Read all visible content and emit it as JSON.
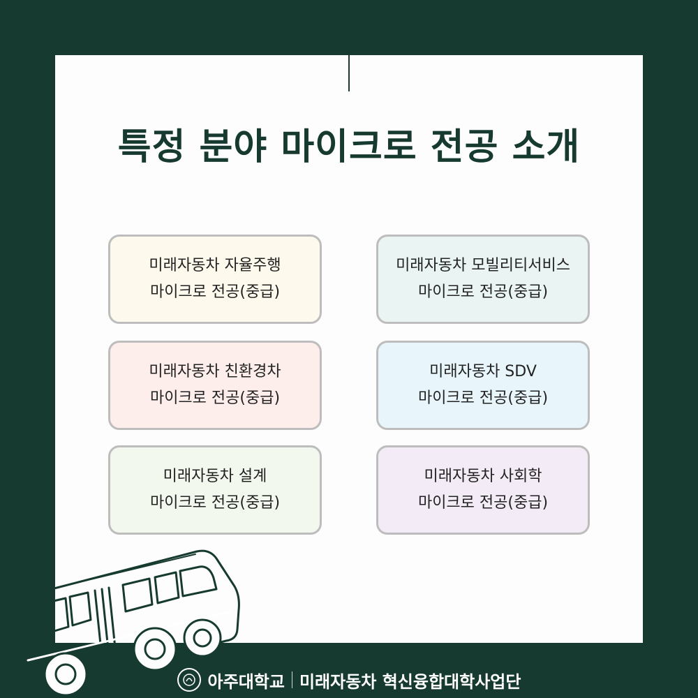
{
  "title": "특정 분야 마이크로 전공 소개",
  "colors": {
    "background": "#163a2f",
    "panel": "#fdfdfd",
    "card_border": "#bdbdbd"
  },
  "cards": [
    {
      "line1": "미래자동차 자율주행",
      "line2": "마이크로 전공(중급)",
      "color": "#fdf9ec"
    },
    {
      "line1": "미래자동차 모빌리티서비스",
      "line2": "마이크로 전공(중급)",
      "color": "#eaf5f3"
    },
    {
      "line1": "미래자동차 친환경차",
      "line2": "마이크로 전공(중급)",
      "color": "#fdeeec"
    },
    {
      "line1": "미래자동차 SDV",
      "line2": "마이크로 전공(중급)",
      "color": "#e8f6fc"
    },
    {
      "line1": "미래자동차 설계",
      "line2": "마이크로 전공(중급)",
      "color": "#f3f8ef"
    },
    {
      "line1": "미래자동차 사회학",
      "line2": "마이크로 전공(중급)",
      "color": "#f3ecf6"
    }
  ],
  "footer": {
    "university": "아주대학교",
    "project": "미래자동차 혁신융합대학사업단",
    "logo_icon": "ajou-university-seal-icon"
  },
  "illustration_icon": "bus-outline-icon"
}
